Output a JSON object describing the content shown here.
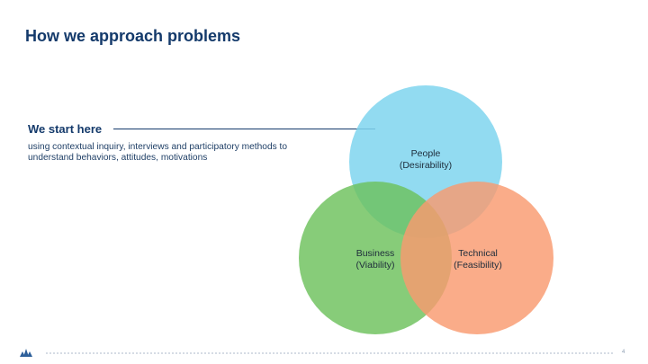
{
  "slide": {
    "title": "How we approach problems",
    "callout": {
      "heading": "We start here",
      "body": "using contextual inquiry, interviews and participatory methods to understand behaviors, attitudes, motivations"
    },
    "page_number": "4"
  },
  "venn": {
    "circles": [
      {
        "id": "people",
        "title": "People",
        "subtitle": "(Desirability)",
        "color": "#7fd5ef"
      },
      {
        "id": "business",
        "title": "Business",
        "subtitle": "(Viability)",
        "color": "#6cc15b"
      },
      {
        "id": "technical",
        "title": "Technical",
        "subtitle": "(Feasibility)",
        "color": "#f99a6f"
      }
    ]
  },
  "colors": {
    "title": "#143a6b",
    "accent_line": "#143a6b",
    "logo": "#2d5f9a"
  }
}
